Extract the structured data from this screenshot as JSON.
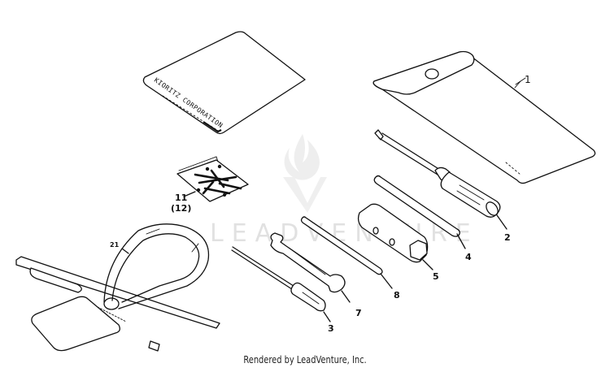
{
  "diagram": {
    "type": "parts-exploded-view",
    "cover_text": "KIORITZ  CORPORATION",
    "watermark": "LEADVENTURE",
    "footer": "Rendered by LeadVenture, Inc.",
    "parts": [
      {
        "ref": "1",
        "label": "1",
        "name": "tool-bag"
      },
      {
        "ref": "2",
        "label": "2",
        "name": "phillips-screwdriver"
      },
      {
        "ref": "3",
        "label": "3",
        "name": "flat-screwdriver"
      },
      {
        "ref": "4",
        "label": "4",
        "name": "tommy-bar"
      },
      {
        "ref": "5",
        "label": "5",
        "name": "spark-plug-wrench"
      },
      {
        "ref": "7",
        "label": "7",
        "name": "open-end-wrench"
      },
      {
        "ref": "8",
        "label": "8",
        "name": "rod"
      },
      {
        "ref": "11",
        "label": "11",
        "qty": "(12)",
        "name": "fastener-kit"
      },
      {
        "ref": "21",
        "label": "21",
        "name": "shoulder-harness"
      }
    ]
  }
}
